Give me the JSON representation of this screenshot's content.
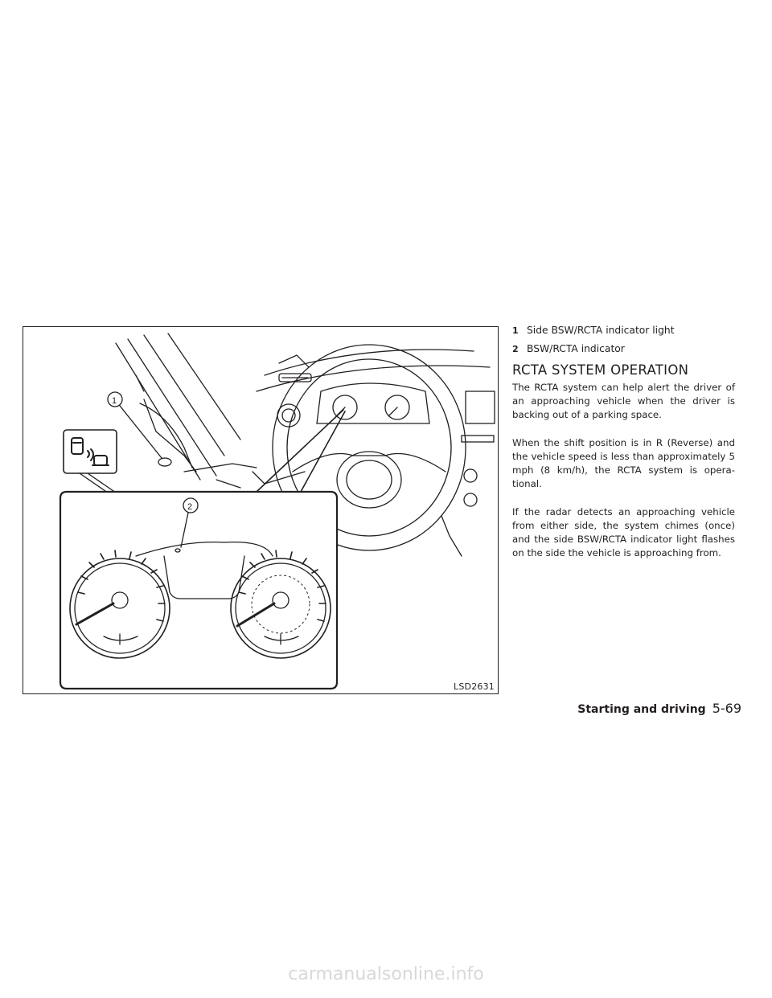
{
  "legend": [
    {
      "num": "1",
      "text": "Side BSW/RCTA indicator light"
    },
    {
      "num": "2",
      "text": "BSW/RCTA indicator"
    }
  ],
  "heading": "RCTA SYSTEM OPERATION",
  "paragraphs": [
    "The RCTA system can help alert the driver of an approaching vehicle when the driver is backing out of a parking space.",
    "When the shift position is in R (Reverse) and the vehicle speed is less than approximately 5 mph (8 km/h), the RCTA system is opera-tional.",
    "If the radar detects an approaching vehicle from either side, the system chimes (once) and the side BSW/RCTA indicator light flashes on the side the vehicle is approaching from."
  ],
  "figure": {
    "code": "LSD2631",
    "callout_1": "1",
    "callout_2": "2"
  },
  "footer": {
    "section": "Starting and driving",
    "page": "5-69"
  },
  "watermark": "carmanualsonline.info"
}
